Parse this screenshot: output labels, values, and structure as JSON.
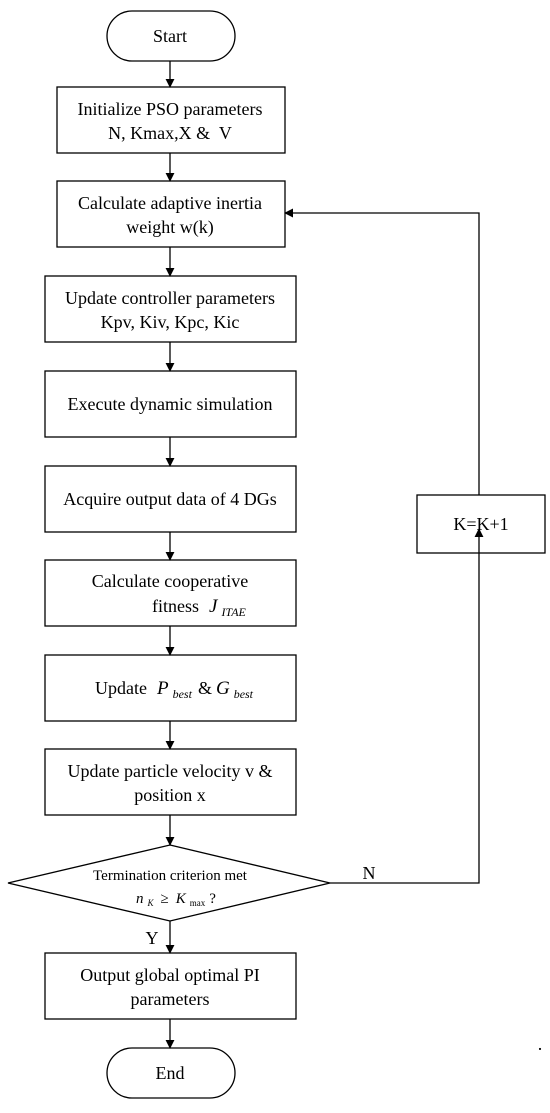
{
  "flowchart": {
    "start": "Start",
    "init_line1": "Initialize PSO parameters",
    "init_line2": "N, Kmax,X &  V",
    "inertia_line1": "Calculate adaptive inertia",
    "inertia_line2": "weight w(k)",
    "update_ctrl_line1": "Update controller parameters",
    "update_ctrl_line2": "Kpv, Kiv, Kpc, Kic",
    "simulate": "Execute dynamic simulation",
    "acquire": "Acquire output data of 4 DGs",
    "fitness_line1": "Calculate cooperative",
    "fitness_line2_prefix": "fitness",
    "fitness_symbol": "J",
    "fitness_subscript": "ITAE",
    "best_prefix": "Update",
    "best_p": "P",
    "best_p_sub": "best",
    "best_amp": "&",
    "best_g": "G",
    "best_g_sub": "best",
    "velocity_line1": "Update particle velocity v &",
    "velocity_line2": "position x",
    "decision_line1": "Termination criterion met",
    "decision_n": "n",
    "decision_n_sub": "K",
    "decision_geq": "≥",
    "decision_k": "K",
    "decision_k_sub": "max",
    "decision_q": "?",
    "yes_label": "Y",
    "no_label": "N",
    "increment": "K=K+1",
    "output_line1": "Output global optimal PI",
    "output_line2": "parameters",
    "end": "End",
    "stray_dot": "."
  }
}
